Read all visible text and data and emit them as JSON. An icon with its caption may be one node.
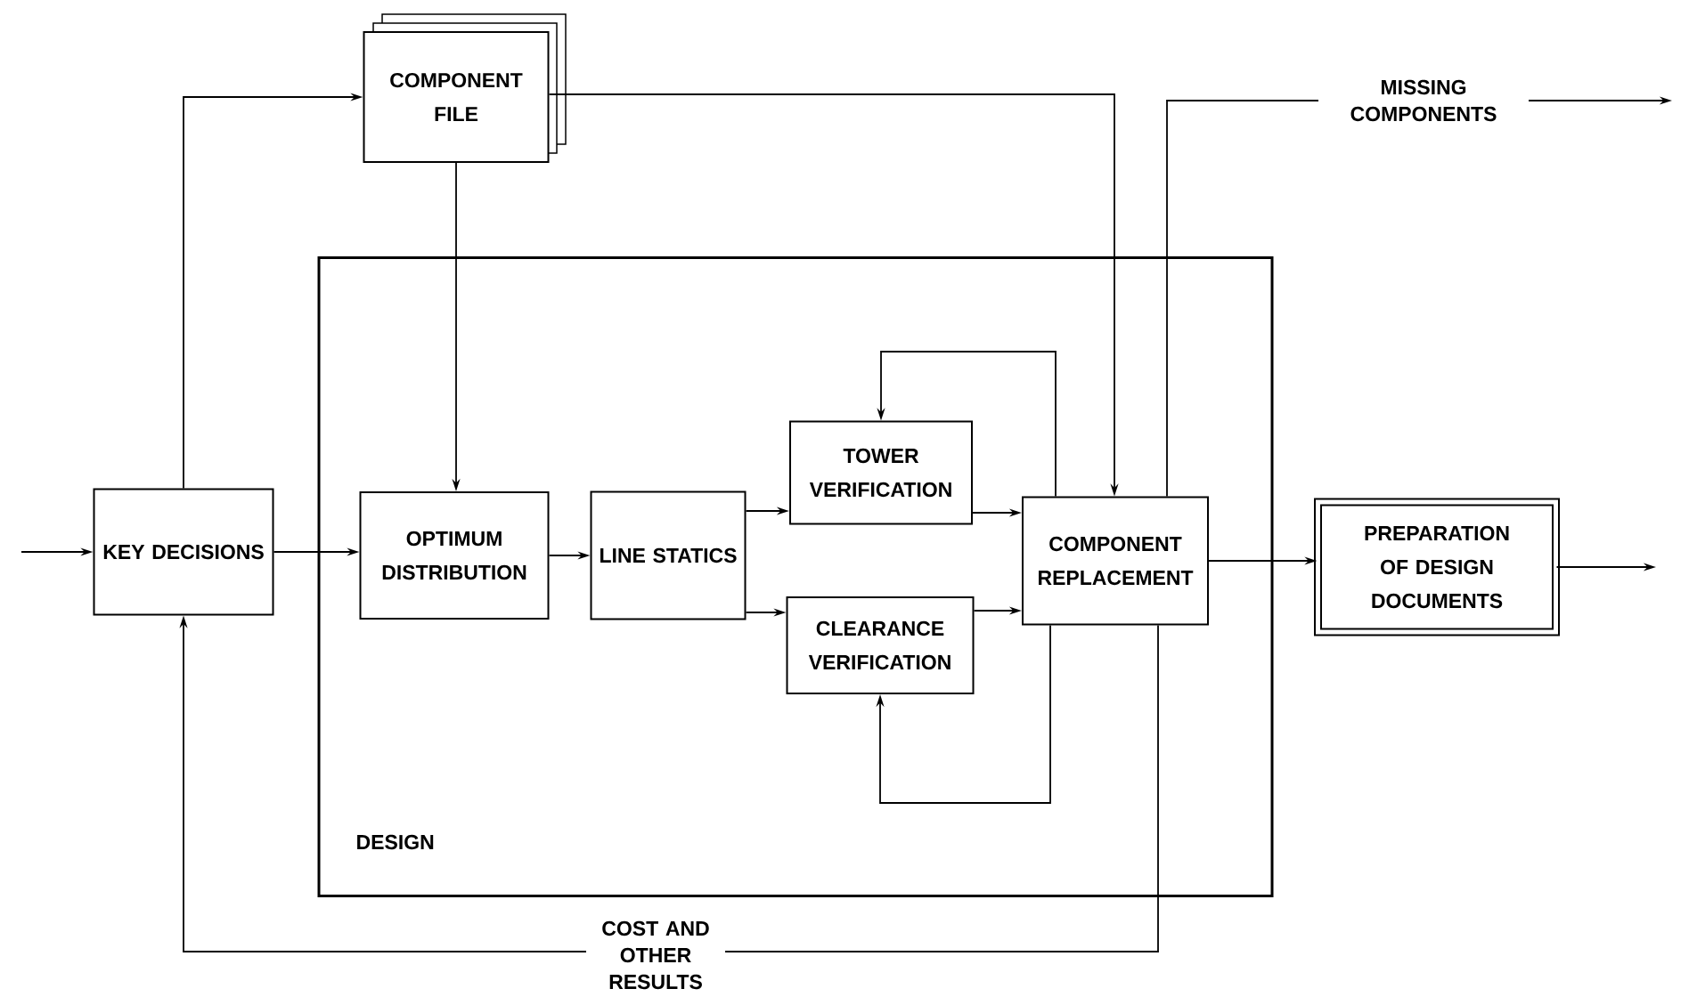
{
  "diagram": {
    "nodes": [
      {
        "text": [
          "KEY DECISIONS"
        ]
      },
      {
        "text": [
          "COMPONENT FILE"
        ]
      },
      {
        "text": [
          "DESIGN"
        ]
      },
      {
        "text": [
          "OPTIMUM DISTRIBUTION"
        ],
        "in": 2
      },
      {
        "text": [
          "LINE STATICS"
        ],
        "in": 2
      },
      {
        "text": [
          "TOWER VERIFICATION"
        ],
        "in": 2
      },
      {
        "text": [
          "CLEARANCE VERIFICATION"
        ],
        "in": 2
      },
      {
        "text": [
          "COMPONENT REPLACEMENT"
        ],
        "in": 2
      },
      {
        "text": [
          "PREPARATION OF DESIGN DOCUMENTS"
        ]
      }
    ],
    "edges": [
      {
        "from": null,
        "to": 0,
        "arrow": "to"
      },
      {
        "from": 0,
        "to": 1,
        "arrow": "to"
      },
      {
        "from": 0,
        "to": 3,
        "arrow": "to"
      },
      {
        "from": 1,
        "to": 3,
        "arrow": "to"
      },
      {
        "from": 1,
        "to": 7,
        "arrow": "to"
      },
      {
        "from": 3,
        "to": 4,
        "arrow": "to"
      },
      {
        "from": 4,
        "to": 5,
        "arrow": "to"
      },
      {
        "from": 4,
        "to": 6,
        "arrow": "to"
      },
      {
        "from": 5,
        "to": 7,
        "arrow": "to"
      },
      {
        "from": 6,
        "to": 7,
        "arrow": "to"
      },
      {
        "from": 7,
        "to": 5,
        "arrow": "to"
      },
      {
        "from": 7,
        "to": 6,
        "arrow": "to"
      },
      {
        "from": 7,
        "to": null,
        "arrow": "to",
        "label": "MISSING COMPONENTS"
      },
      {
        "from": 7,
        "to": 0,
        "arrow": "to",
        "label": "COST AND OTHER RESULTS"
      },
      {
        "from": 7,
        "to": 8,
        "arrow": "to"
      },
      {
        "from": 8,
        "to": null,
        "arrow": "to"
      }
    ]
  }
}
